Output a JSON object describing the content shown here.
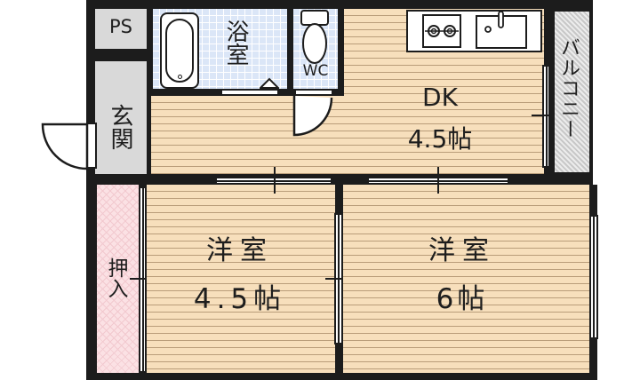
{
  "floor_plan": {
    "type": "apartment floor plan (2DK)",
    "rooms": {
      "ps": {
        "label": "PS"
      },
      "bathroom": {
        "label": "浴室"
      },
      "toilet": {
        "label": "WC"
      },
      "entrance": {
        "label": "玄関"
      },
      "dining_kitchen": {
        "label": "DK",
        "size": "4.5帖"
      },
      "balcony": {
        "label": "バルコニー"
      },
      "closet": {
        "label": "押入"
      },
      "western_room_1": {
        "label": "洋室",
        "size": "4.5帖"
      },
      "western_room_2": {
        "label": "洋室",
        "size": "6帖"
      }
    },
    "fixtures": [
      "bathtub",
      "toilet",
      "two-burner-stove",
      "kitchen-sink"
    ],
    "colors": {
      "wall": "#1c1c1c",
      "wood_floor": "#f7dfbc",
      "bath_tile": "#dbe6f7",
      "entrance_floor": "#d9d9d9",
      "closet_floor": "#fbe1e4",
      "balcony": "#d6d6d6"
    }
  }
}
